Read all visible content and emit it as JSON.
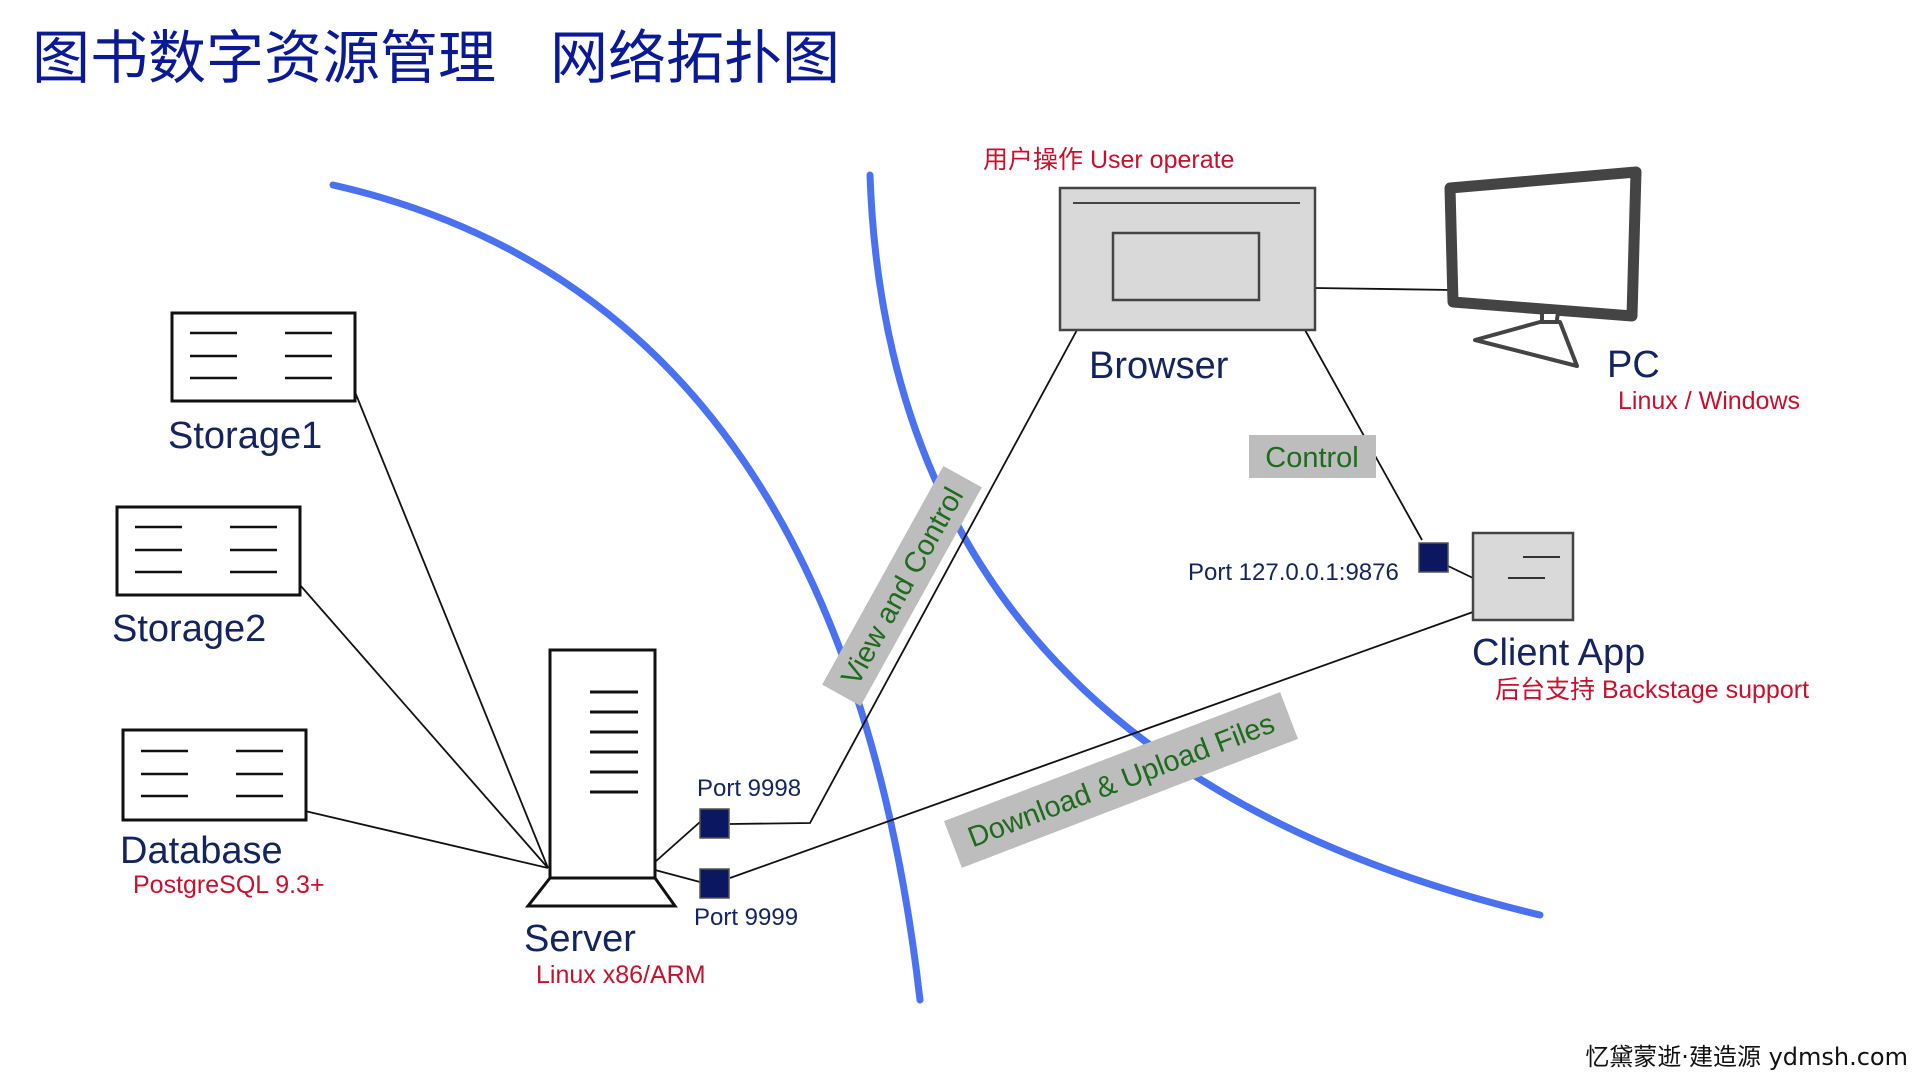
{
  "title": {
    "left": "图书数字资源管理",
    "right": "网络拓扑图"
  },
  "nodes": {
    "storage1": {
      "label": "Storage1"
    },
    "storage2": {
      "label": "Storage2"
    },
    "database": {
      "label": "Database",
      "sub": "PostgreSQL 9.3+"
    },
    "server": {
      "label": "Server",
      "sub": "Linux x86/ARM"
    },
    "browser": {
      "label": "Browser",
      "top_note": "用户操作 User operate"
    },
    "pc": {
      "label": "PC",
      "sub": "Linux / Windows"
    },
    "client_app": {
      "label": "Client App",
      "sub": "后台支持 Backstage support"
    }
  },
  "ports": {
    "p9998": "Port 9998",
    "p9999": "Port 9999",
    "local": "Port 127.0.0.1:9876"
  },
  "edge_labels": {
    "view_control": "View and Control",
    "download_upload": "Download & Upload Files",
    "control": "Control"
  },
  "footer": "忆黛蒙逝·建造源 ydmsh.com",
  "colors": {
    "title": "#0a1a96",
    "zone_line": "#4a72f0",
    "sub_label": "#c8102e",
    "edge_label": "#1e6b1e",
    "port_fill": "#0b1760"
  }
}
